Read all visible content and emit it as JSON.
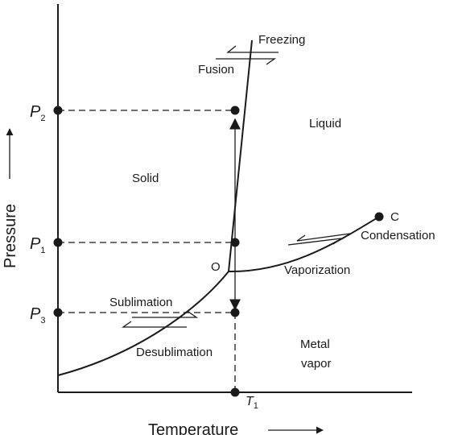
{
  "diagram": {
    "axes": {
      "y_label": "Pressure",
      "x_label": "Temperature"
    },
    "pressures": [
      {
        "symbol": "P",
        "sub": "2"
      },
      {
        "symbol": "P",
        "sub": "1"
      },
      {
        "symbol": "P",
        "sub": "3"
      }
    ],
    "temperature": {
      "symbol": "T",
      "sub": "1"
    },
    "regions": {
      "solid": "Solid",
      "liquid": "Liquid",
      "vapor_line1": "Metal",
      "vapor_line2": "vapor"
    },
    "transitions": {
      "freezing": "Freezing",
      "fusion": "Fusion",
      "condensation": "Condensation",
      "vaporization": "Vaporization",
      "sublimation": "Sublimation",
      "desublimation": "Desublimation"
    },
    "points": {
      "triple": "O",
      "critical": "C"
    }
  }
}
